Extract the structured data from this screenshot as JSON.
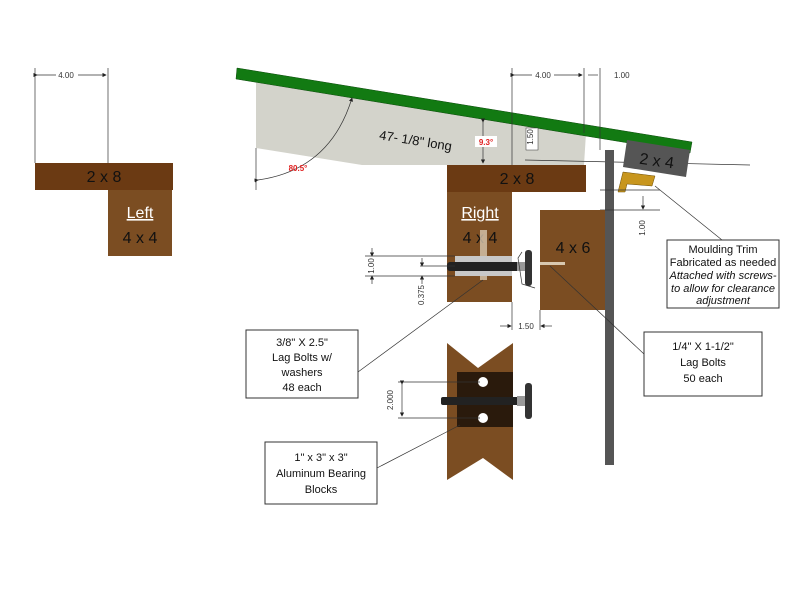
{
  "dimensions": {
    "left_width": "4.00",
    "right_width": "4.00",
    "clearance_top": "1.00",
    "rafter_height": "1.50",
    "moulding_gap": "1.00",
    "bolt_offset": "1.00",
    "bolt_small": "0.375",
    "gap_4x6": "1.50",
    "hole_spacing": "2.000"
  },
  "angles": {
    "outer": "80.5°",
    "pitch": "9.3°"
  },
  "rafter_length": "47- 1/8\" long",
  "lumber": {
    "left_2x8": "2 x 8",
    "left_post_title": "Left",
    "left_post": "4 x 4",
    "right_2x8": "2 x 8",
    "right_post_title": "Right",
    "right_post": "4 x 4",
    "beam_4x6": "4 x 6",
    "beam_2x4": "2 x 4"
  },
  "callouts": {
    "moulding": [
      "Moulding Trim",
      "Fabricated as needed",
      "Attached with screws-",
      "to allow for clearance",
      "adjustment"
    ],
    "lag_small": [
      "1/4\" X 1-1/2\"",
      "Lag Bolts",
      "50 each"
    ],
    "lag_large": [
      "3/8\" X 2.5\"",
      "Lag Bolts  w/",
      "washers",
      "48 each"
    ],
    "bearing": [
      "1\" x 3\" x 3\"",
      "Aluminum Bearing",
      "Blocks"
    ]
  },
  "colors": {
    "roof": "#127a12",
    "wood_dark": "#6b3a13",
    "wood": "#7b4d22",
    "rafter": "#d3d3cb",
    "post": "#555555",
    "trim": "#c8961e",
    "angle_text": "#e02020"
  }
}
